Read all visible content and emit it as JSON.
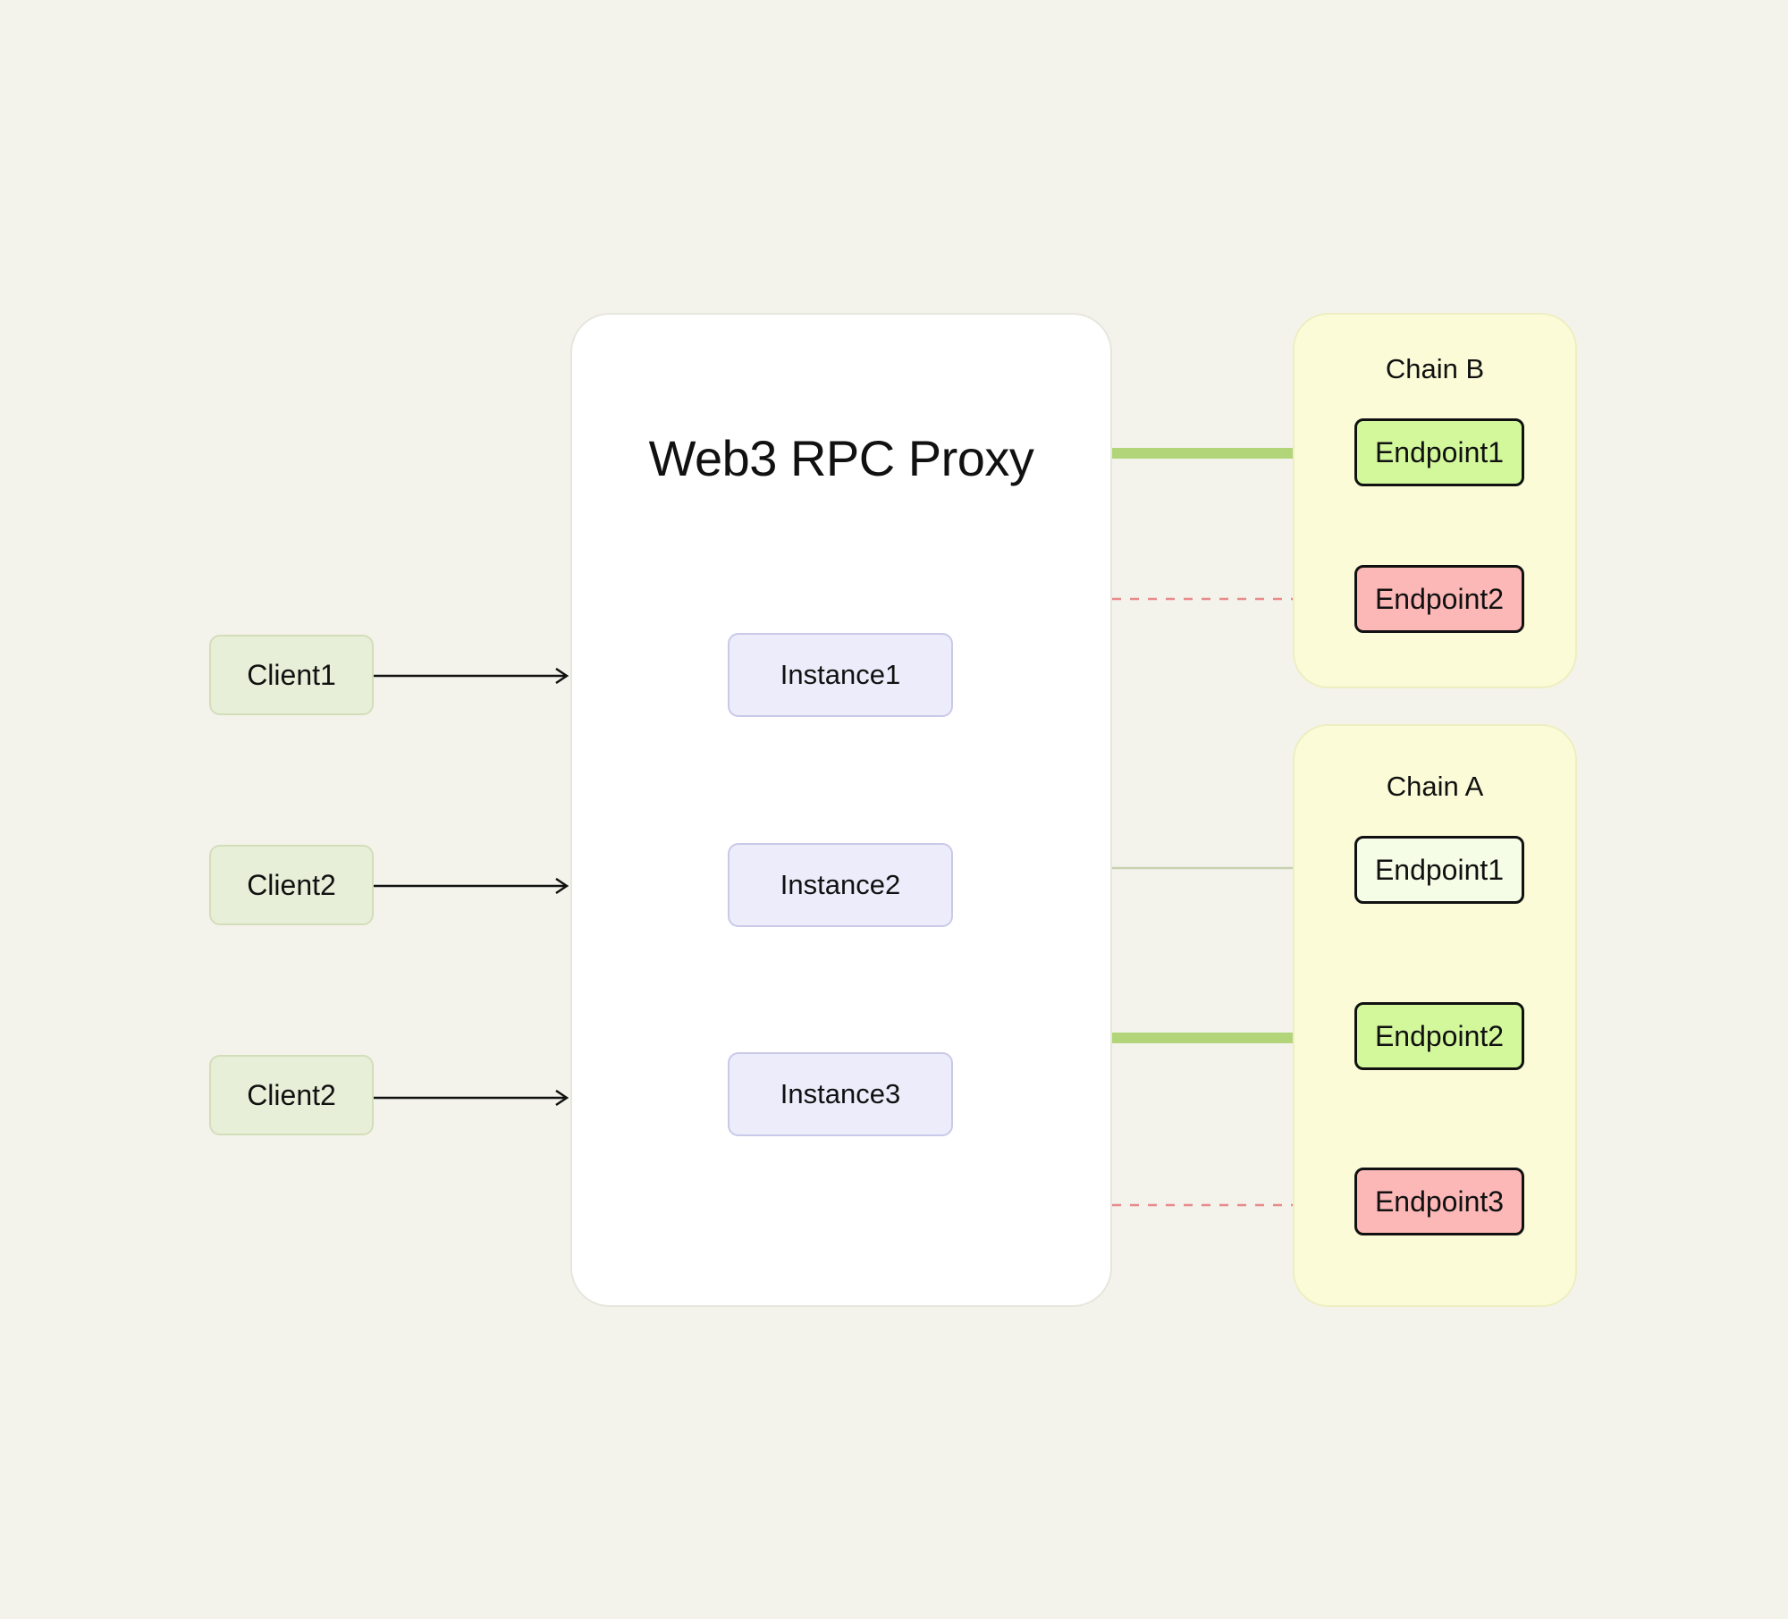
{
  "proxy": {
    "title": "Web3 RPC Proxy",
    "instances": [
      "Instance1",
      "Instance2",
      "Instance3"
    ]
  },
  "clients": [
    "Client1",
    "Client2",
    "Client2"
  ],
  "chains": [
    {
      "label": "Chain B",
      "endpoints": [
        {
          "label": "Endpoint1",
          "status": "active"
        },
        {
          "label": "Endpoint2",
          "status": "failing"
        }
      ]
    },
    {
      "label": "Chain A",
      "endpoints": [
        {
          "label": "Endpoint1",
          "status": "idle"
        },
        {
          "label": "Endpoint2",
          "status": "active"
        },
        {
          "label": "Endpoint3",
          "status": "failing"
        }
      ]
    }
  ],
  "colors": {
    "background": "#f3f3ec",
    "client_fill": "#e7efd8",
    "instance_fill": "#ececfb",
    "chain_fill": "#fbfbd8",
    "endpoint_active": "#d3f89c",
    "endpoint_failing": "#fcb7b7",
    "endpoint_idle": "#f6fde6",
    "link_active": "#b3d57a",
    "link_failing": "#e98a8a",
    "link_idle": "#c9d1b0"
  }
}
